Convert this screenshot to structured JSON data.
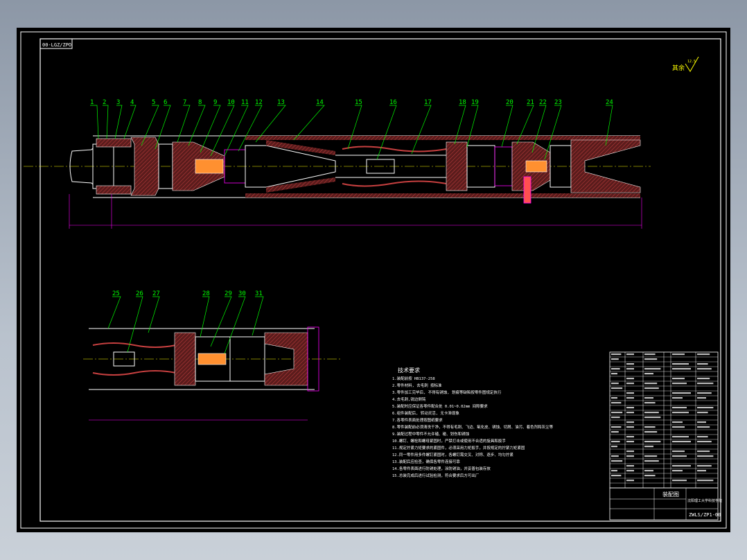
{
  "drawing": {
    "corner_label": "00-LGZ/ZPO",
    "roughness_label": "其余",
    "roughness_value": "12.5",
    "title_block": {
      "drawing_name": "装配图",
      "drawing_number": "ZWLS/ZP1-00",
      "company": "沈阳理工大学科技学院"
    },
    "notes_title": "技术要求",
    "notes": [
      "1.装配前按 HB137-258",
      "2.零件材料, 去毛刺 按标准",
      "3.零件加工完毕后, 不得有锈蚀, 划痕等缺陷按零件图规定执行",
      "4.去毛刺,锐边倒钝",
      "5.装配时应保证各零件配合处 0.01~0.02mm 间隙要求",
      "6.组件装配后, 转动灵活, 无卡滞现象",
      "7.各零件表面处理按图纸要求",
      "8.零件装配前必须清洗干净，不得有毛刺、飞边、氧化皮、锈蚀、切屑、油污、着色剂和灰尘等",
      "9.装配过程中零件不允许磕、碰、划伤和锈蚀",
      "10.螺钉、螺栓和螺母紧固时，严禁打击或使用不合适的旋具和扳手",
      "11.规定拧紧力矩要求的紧固件，必须采用力矩扳手，并按规定的拧紧力矩紧固",
      "12.同一零件用多件螺钉紧固时，各螺钉需交叉、对称、逐步、均匀拧紧",
      "13.装配后应检查，确保各零件连接可靠",
      "14.各零件表面进行防锈处理，涂防锈油，并妥善包装存放",
      "15.总装完成后进行试验检测，符合要求后方可出厂"
    ],
    "part_numbers_top": [
      "1",
      "2",
      "3",
      "4",
      "5",
      "6",
      "7",
      "8",
      "9",
      "10",
      "11",
      "12",
      "13",
      "14",
      "15",
      "16",
      "17",
      "18",
      "19",
      "20",
      "21",
      "22",
      "23",
      "24"
    ],
    "part_numbers_bottom": [
      "25",
      "26",
      "27",
      "28",
      "29",
      "30",
      "31"
    ]
  },
  "colors": {
    "background": "#000000",
    "frame": "#ffffff",
    "leader": "#00ff00",
    "dimension": "#ff00ff",
    "section": "#ff3030",
    "hatch": "#8b2b2b",
    "text": "#ffffff",
    "centerline": "#ffff00"
  }
}
